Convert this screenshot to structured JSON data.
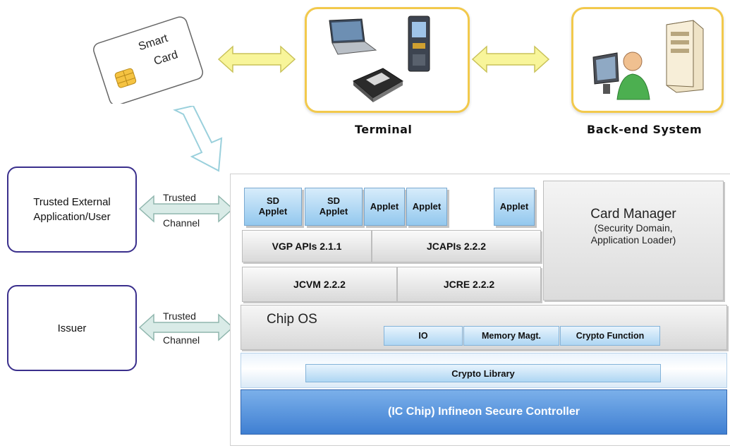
{
  "top": {
    "smart_card": {
      "line1": "Smart",
      "line2": "Card"
    },
    "terminal_label": "Terminal",
    "backend_label": "Back-end System"
  },
  "left": {
    "trusted_external": "Trusted External\nApplication/User",
    "issuer": "Issuer"
  },
  "channels": [
    {
      "top": "Trusted",
      "bottom": "Channel"
    },
    {
      "top": "Trusted",
      "bottom": "Channel"
    }
  ],
  "stack": {
    "applets": [
      "SD\nApplet",
      "SD\nApplet",
      "Applet",
      "Applet",
      "Applet"
    ],
    "vgp": "VGP APIs 2.1.1",
    "jcapis": "JCAPIs 2.2.2",
    "jcvm": "JCVM 2.2.2",
    "jcre": "JCRE  2.2.2",
    "card_manager": {
      "title": "Card Manager",
      "subtitle": "(Security Domain,\nApplication Loader)"
    },
    "chip_os": "Chip OS",
    "chip_os_items": [
      "IO",
      "Memory Magt.",
      "Crypto Function"
    ],
    "crypto_library": "Crypto Library",
    "ic_chip": "(IC Chip) Infineon Secure Controller"
  },
  "colors": {
    "yellow_border": "#f2c94c",
    "purple_border": "#3a2f8c",
    "blue_base": "#4f8fdc",
    "applet_blue": "#93c8ee"
  }
}
